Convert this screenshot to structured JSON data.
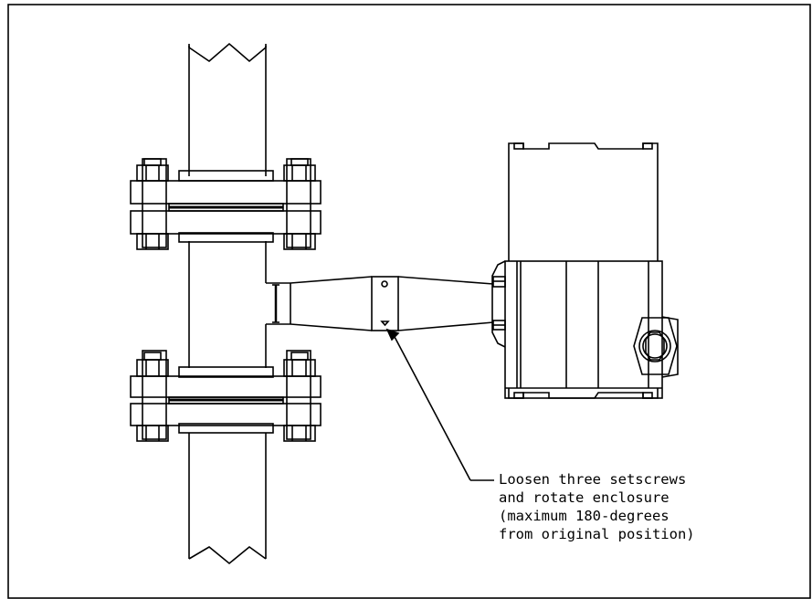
{
  "callout": {
    "lines": [
      "Loosen three setscrews",
      "and rotate enclosure",
      "(maximum 180-degrees",
      "from original position)"
    ]
  }
}
